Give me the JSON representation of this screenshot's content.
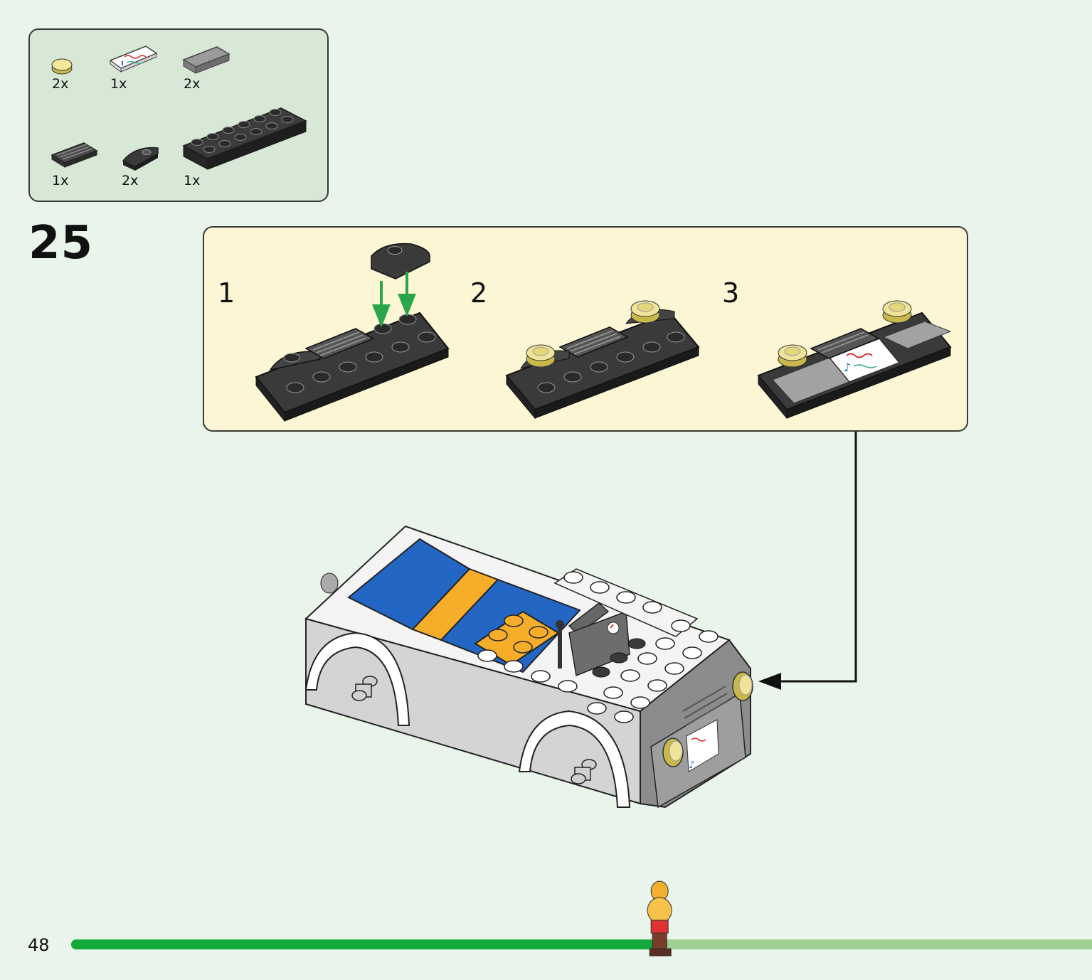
{
  "parts_list": {
    "items": [
      {
        "name": "Round tile 1x1 trans-yellow",
        "quantity": "2x",
        "icon": "round-tile-icon"
      },
      {
        "name": "Printed tile 1x2 music",
        "quantity": "1x",
        "icon": "printed-tile-icon"
      },
      {
        "name": "Tile 1x2 grey",
        "quantity": "2x",
        "icon": "grey-tile-icon"
      },
      {
        "name": "Grille tile 1x2 dark",
        "quantity": "1x",
        "icon": "grille-tile-icon"
      },
      {
        "name": "Rounded plate black",
        "quantity": "2x",
        "icon": "rounded-plate-icon"
      },
      {
        "name": "Plate 2x6 black",
        "quantity": "1x",
        "icon": "plate-2x6-icon"
      }
    ]
  },
  "step": {
    "number": "25",
    "substeps": [
      "1",
      "2",
      "3"
    ]
  },
  "footer": {
    "page_number": "48",
    "progress": 0.58
  },
  "colors": {
    "background": "#e9f4ea",
    "parts_box": "#d8e8d6",
    "substep_box": "#fdf6d4",
    "progress_done": "#12a83a",
    "progress_remaining": "#9fcf93",
    "arrow_green": "#2aa64a",
    "car_blue": "#2366c4",
    "car_orange": "#f5ad2a"
  }
}
